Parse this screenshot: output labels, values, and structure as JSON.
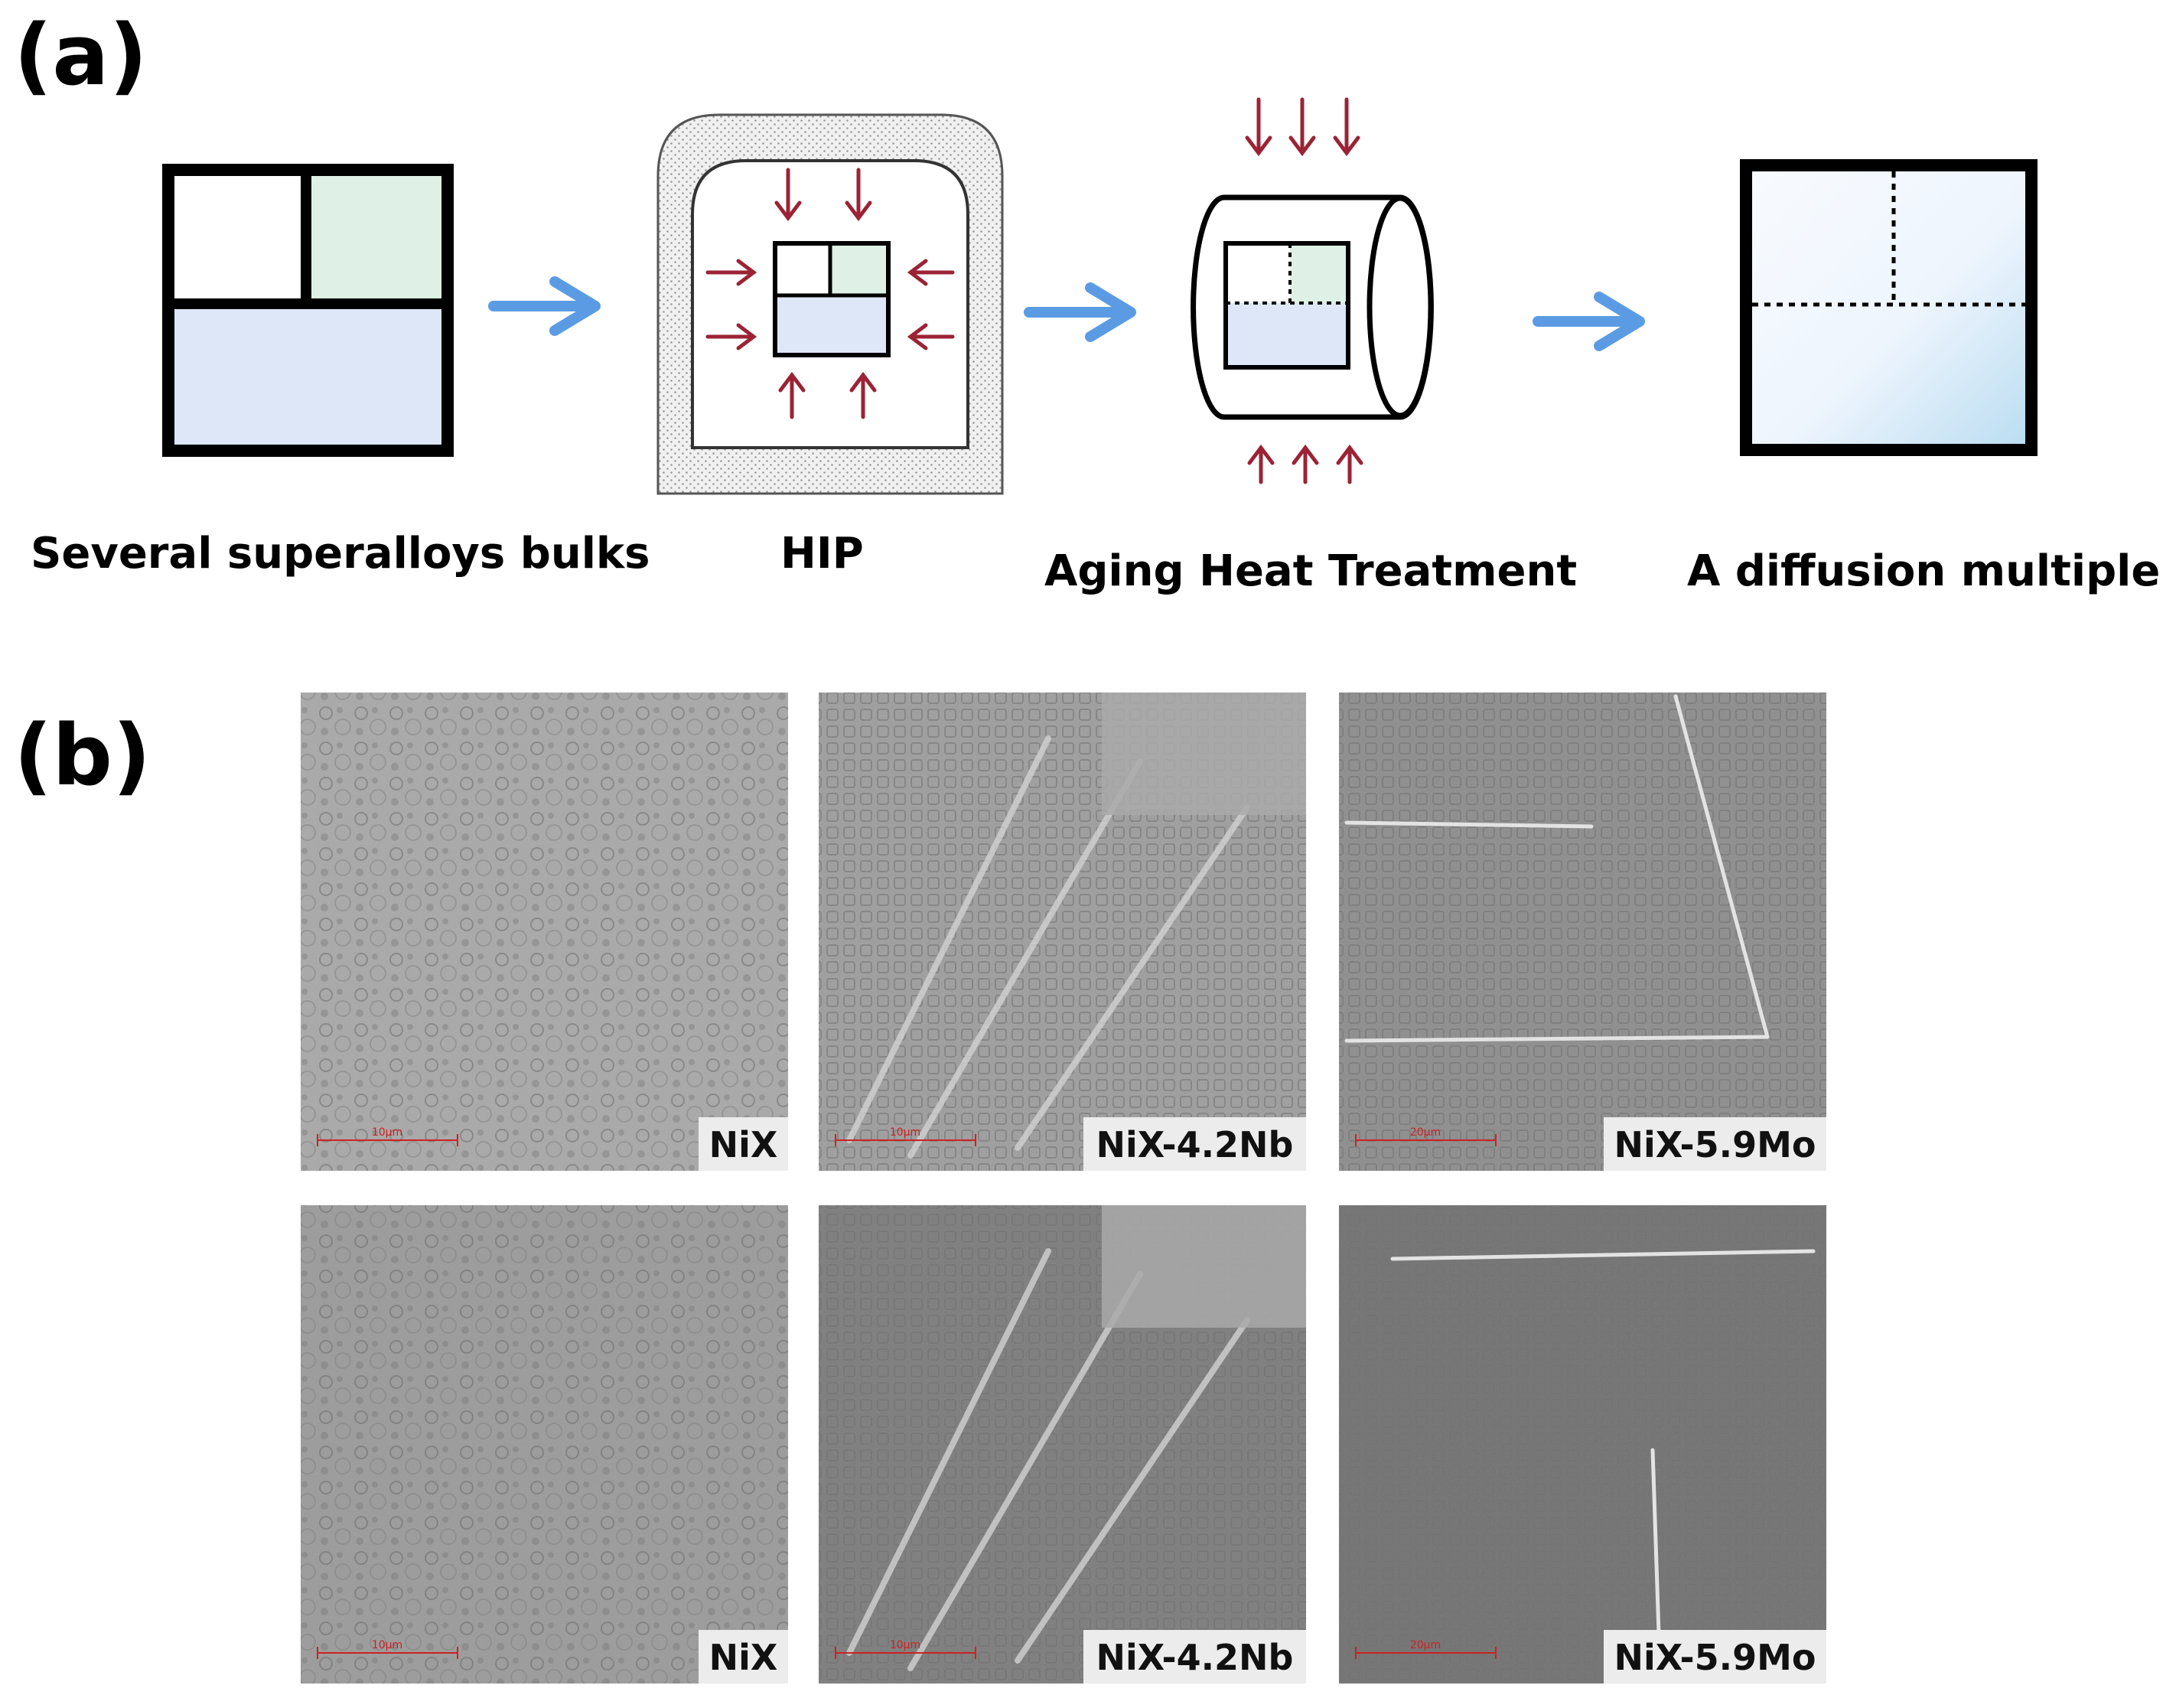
{
  "panel_a": {
    "label": "(a)",
    "steps": [
      {
        "caption": "Several superalloys bulks"
      },
      {
        "caption": "HIP"
      },
      {
        "caption": "Aging Heat Treatment"
      },
      {
        "caption": "A diffusion multiple"
      }
    ]
  },
  "panel_b": {
    "label": "(b)",
    "micrographs": [
      {
        "row": 1,
        "col": 1,
        "sample": "NiX",
        "scale_label": "10μm"
      },
      {
        "row": 1,
        "col": 2,
        "sample": "NiX-4.2Nb",
        "scale_label": "10μm"
      },
      {
        "row": 1,
        "col": 3,
        "sample": "NiX-5.9Mo",
        "scale_label": "20μm"
      },
      {
        "row": 2,
        "col": 1,
        "sample": "NiX",
        "scale_label": "10μm"
      },
      {
        "row": 2,
        "col": 2,
        "sample": "NiX-4.2Nb",
        "scale_label": "10μm"
      },
      {
        "row": 2,
        "col": 3,
        "sample": "NiX-5.9Mo",
        "scale_label": "20μm"
      }
    ]
  },
  "colors": {
    "flow_arrow": "#5b9be3",
    "pressure_arrow": "#9b2335",
    "green_alloy": "#dff1e6",
    "blue_alloy": "#dde7f8",
    "outline": "#000000",
    "scale_bar": "#cc2222",
    "label_bg": "#ececec"
  }
}
